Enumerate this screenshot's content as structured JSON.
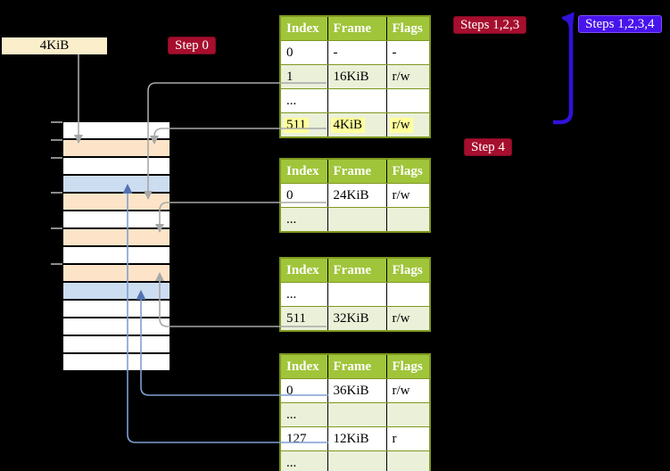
{
  "diagram": {
    "frame_box_label": "4KiB",
    "labels": {
      "step0": "Step 0",
      "steps123": "Steps 1,2,3",
      "steps1234": "Steps 1,2,3,4",
      "step4": "Step 4"
    }
  },
  "tables": [
    {
      "name": "page-table-at-4kib",
      "headers": [
        "Index",
        "Frame",
        "Flags"
      ],
      "rows": [
        {
          "cells": [
            "0",
            "-",
            "-"
          ],
          "shaded": false,
          "highlight": false
        },
        {
          "cells": [
            "1",
            "16KiB",
            "r/w"
          ],
          "shaded": true,
          "highlight": false
        },
        {
          "cells": [
            "...",
            "",
            ""
          ],
          "shaded": false,
          "highlight": false
        },
        {
          "cells": [
            "511",
            "4KiB",
            "r/w"
          ],
          "shaded": true,
          "highlight": true
        }
      ]
    },
    {
      "name": "page-table-at-16kib",
      "headers": [
        "Index",
        "Frame",
        "Flags"
      ],
      "rows": [
        {
          "cells": [
            "0",
            "24KiB",
            "r/w"
          ],
          "shaded": false,
          "highlight": false
        },
        {
          "cells": [
            "...",
            "",
            ""
          ],
          "shaded": true,
          "highlight": false
        }
      ]
    },
    {
      "name": "page-table-at-24kib",
      "headers": [
        "Index",
        "Frame",
        "Flags"
      ],
      "rows": [
        {
          "cells": [
            "...",
            "",
            ""
          ],
          "shaded": false,
          "highlight": false
        },
        {
          "cells": [
            "511",
            "32KiB",
            "r/w"
          ],
          "shaded": true,
          "highlight": false
        }
      ]
    },
    {
      "name": "page-table-at-32kib",
      "headers": [
        "Index",
        "Frame",
        "Flags"
      ],
      "rows": [
        {
          "cells": [
            "0",
            "36KiB",
            "r/w"
          ],
          "shaded": false,
          "highlight": false
        },
        {
          "cells": [
            "...",
            "",
            ""
          ],
          "shaded": true,
          "highlight": false
        },
        {
          "cells": [
            "127",
            "12KiB",
            "r"
          ],
          "shaded": false,
          "highlight": false
        },
        {
          "cells": [
            "...",
            "",
            ""
          ],
          "shaded": true,
          "highlight": false
        }
      ]
    }
  ],
  "memory": {
    "rows": [
      "free",
      "table",
      "free",
      "page",
      "table",
      "free",
      "table",
      "free",
      "table",
      "page",
      "free",
      "free",
      "free",
      "free"
    ]
  },
  "colors": {
    "label_red": "#a60e2e",
    "label_red_border": "#7c0b22",
    "label_blue": "#4814ec",
    "label_blue_border": "#7e4ff0",
    "arrow_blue": "#2e12db",
    "connector_gray": "#a8a8a8",
    "connector_steel": "#7e9fd0",
    "arrowhead_steel": "#5372b2",
    "table_header_bg": "#a0c53a",
    "table_border": "#7e9820",
    "table_row_shaded": "#ebf1d9",
    "highlight_yellow": "#ffff9c",
    "frame_box_bg": "#fbeecb",
    "mem_table_frame": "#fde4c8",
    "mem_page_frame": "#cdddf1",
    "mem_free_frame": "#ffffff"
  }
}
